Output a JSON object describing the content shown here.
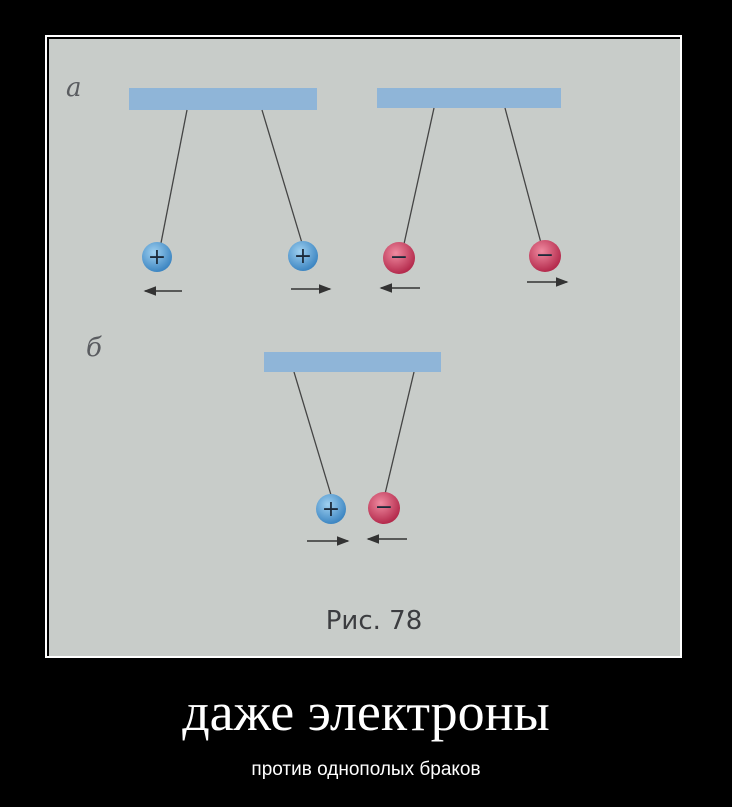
{
  "figure": {
    "label_a": "а",
    "label_b": "б",
    "caption": "Рис. 78",
    "plus": "+",
    "minus": "−",
    "colors": {
      "paper": "#c9cdca",
      "bar": "#8fb5d8",
      "positive": "#4f9ad2",
      "negative": "#c4385a"
    }
  },
  "demotivator": {
    "title": "даже электроны",
    "subtitle": "против однополых браков"
  }
}
